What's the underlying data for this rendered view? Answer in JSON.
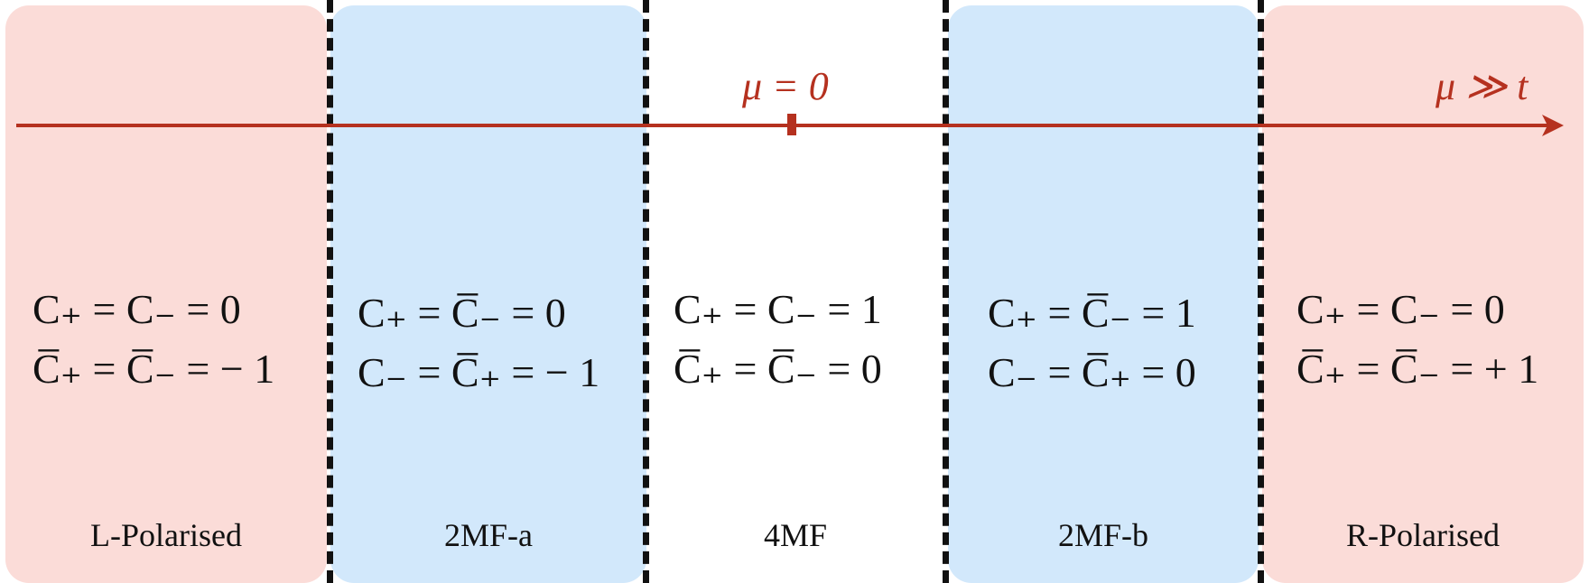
{
  "axis": {
    "label_mid": "μ = 0",
    "label_end": "μ ≫ t",
    "color": "#b5311f"
  },
  "colors": {
    "pink": "#fbdcd8",
    "blue": "#d2e8fb",
    "divider": "#111111"
  },
  "regions": [
    {
      "name": "L-Polarised",
      "line1": "C₊ = C₋ = 0",
      "line2": "C̅₊ = C̅₋ = − 1",
      "fill": "pink"
    },
    {
      "name": "2MF-a",
      "line1": "C₊ = C̅₋ = 0",
      "line2": "C₋ = C̅₊ = − 1",
      "fill": "blue"
    },
    {
      "name": "4MF",
      "line1": "C₊ = C₋ = 1",
      "line2": "C̅₊ = C̅₋ = 0",
      "fill": "white"
    },
    {
      "name": "2MF-b",
      "line1": "C₊ = C̅₋ = 1",
      "line2": "C₋ = C̅₊ = 0",
      "fill": "blue"
    },
    {
      "name": "R-Polarised",
      "line1": "C₊ = C₋ = 0",
      "line2": "C̅₊ = C̅₋ = + 1",
      "fill": "pink"
    }
  ]
}
